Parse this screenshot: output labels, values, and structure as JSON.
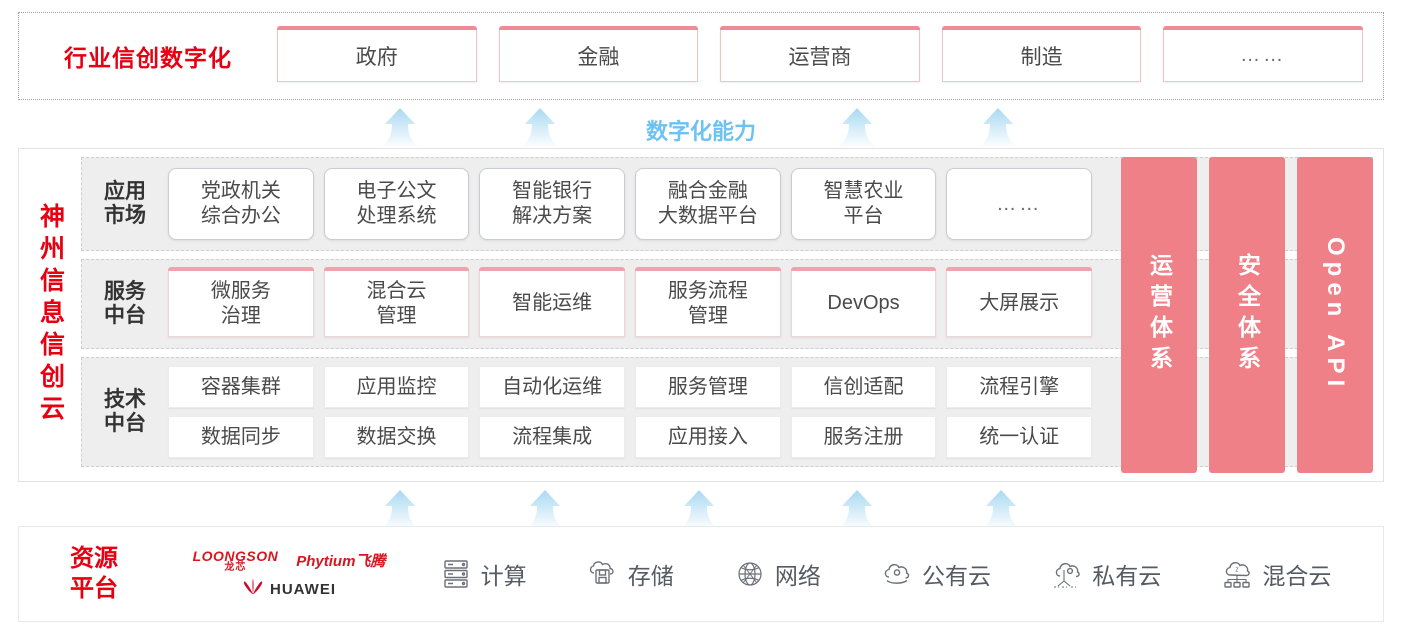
{
  "industry": {
    "title": "行业信创数字化",
    "cards": [
      {
        "label": "政府"
      },
      {
        "label": "金融"
      },
      {
        "label": "运营商"
      },
      {
        "label": "制造"
      },
      {
        "label": "……"
      }
    ]
  },
  "capability": {
    "label": "数字化能力",
    "arrow_count_top": 4,
    "arrow_count_bottom": 5
  },
  "platform": {
    "title": "神州信息信创云",
    "rows": [
      {
        "label": "应用\n市场",
        "label_line1": "应用",
        "label_line2": "市场",
        "cards": [
          "党政机关\n综合办公",
          "电子公文\n处理系统",
          "智能银行\n解决方案",
          "融合金融\n大数据平台",
          "智慧农业\n平台",
          "……"
        ],
        "cards_l1": [
          "党政机关",
          "电子公文",
          "智能银行",
          "融合金融",
          "智慧农业",
          "……"
        ],
        "cards_l2": [
          "综合办公",
          "处理系统",
          "解决方案",
          "大数据平台",
          "平台",
          ""
        ]
      },
      {
        "label_line1": "服务",
        "label_line2": "中台",
        "cards_l1": [
          "微服务",
          "混合云",
          "智能运维",
          "服务流程",
          "DevOps",
          "大屏展示"
        ],
        "cards_l2": [
          "治理",
          "管理",
          "",
          "管理",
          "",
          ""
        ]
      },
      {
        "label_line1": "技术",
        "label_line2": "中台",
        "line1": [
          "容器集群",
          "应用监控",
          "自动化运维",
          "服务管理",
          "信创适配",
          "流程引擎"
        ],
        "line2": [
          "数据同步",
          "数据交换",
          "流程集成",
          "应用接入",
          "服务注册",
          "统一认证"
        ]
      }
    ],
    "pillars": [
      {
        "label": "运营体系"
      },
      {
        "label": "安全体系"
      },
      {
        "label": "Open API"
      }
    ]
  },
  "resource": {
    "title_line1": "资源",
    "title_line2": "平台",
    "logos": {
      "loongson_en": "LOONGSON",
      "loongson_cn": "龙芯",
      "phytium": "Phytium飞腾",
      "huawei": "HUAWEI"
    },
    "items": [
      {
        "icon": "server-icon",
        "label": "计算"
      },
      {
        "icon": "cloud-storage-icon",
        "label": "存储"
      },
      {
        "icon": "network-icon",
        "label": "网络"
      },
      {
        "icon": "public-cloud-icon",
        "label": "公有云"
      },
      {
        "icon": "private-cloud-icon",
        "label": "私有云"
      },
      {
        "icon": "hybrid-cloud-icon",
        "label": "混合云"
      }
    ]
  },
  "colors": {
    "brand_red": "#e60012",
    "pillar_pink": "#ef8087",
    "card_accent_pink": "#efa3ac",
    "arrow_blue": "#bfe2f7",
    "capability_blue": "#6fc2ef"
  }
}
